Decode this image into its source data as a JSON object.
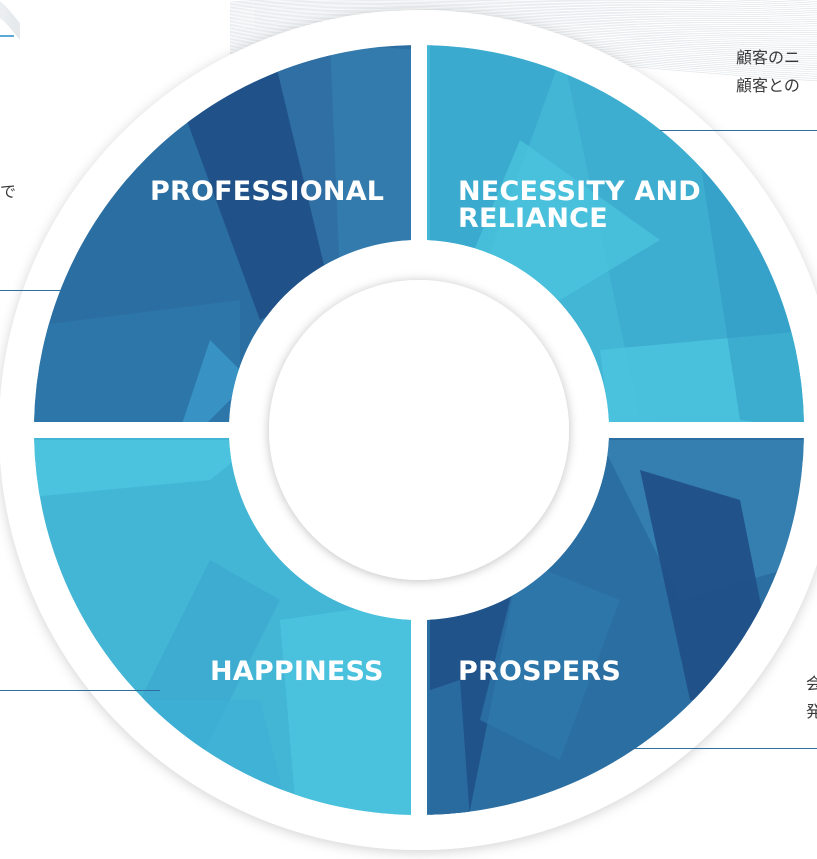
{
  "diagram": {
    "quadrants": [
      {
        "id": "professional",
        "label": "PROFESSIONAL"
      },
      {
        "id": "necessity",
        "label": "NECESSITY AND RELIANCE",
        "label_line1": "NECESSITY AND",
        "label_line2": "RELIANCE"
      },
      {
        "id": "happiness",
        "label": "HAPPINESS"
      },
      {
        "id": "prospers",
        "label": "PROSPERS"
      }
    ],
    "colors": {
      "dark_blue": "#2b6ea1",
      "darker_blue": "#1f4f86",
      "light_blue": "#43b6d6",
      "lighter_blue": "#4cc6e0",
      "ring": "#ffffff",
      "rule": "#2f6f9e"
    }
  },
  "side_text": {
    "right_top_line1": "顧客のニ",
    "right_top_line2": "顧客との",
    "left_mid": "で",
    "right_bottom_line1": "会",
    "right_bottom_line2": "発"
  }
}
